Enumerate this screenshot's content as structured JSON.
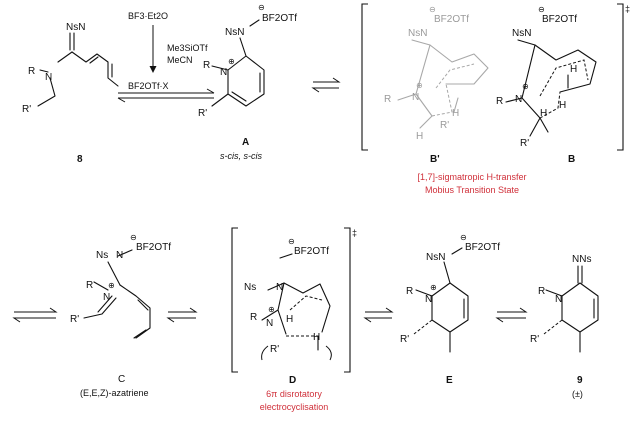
{
  "reagents": {
    "top": "BF3·Et2O",
    "side_1": "Me3SiOTf",
    "side_2": "MeCN",
    "bottom": "BF2OTf·X"
  },
  "atoms": {
    "N": "N",
    "R": "R",
    "R_prime": "R'",
    "H": "H",
    "NsN": "NsN",
    "Ns": "Ns",
    "BF2OTf": "BF2OTf",
    "NNs": "NNs",
    "plus": "⊕",
    "minus": "⊖",
    "dagger": "‡"
  },
  "compounds": {
    "c8": {
      "label": "8"
    },
    "cA": {
      "label": "A",
      "sub": "s-cis, s-cis"
    },
    "cBp": {
      "label": "B'"
    },
    "cB": {
      "label": "B"
    },
    "cC": {
      "label": "C",
      "sub": "(E,E,Z)-azatriene"
    },
    "cD": {
      "label": "D"
    },
    "cE": {
      "label": "E"
    },
    "c9": {
      "label": "9",
      "sub": "(±)"
    }
  },
  "annotations": {
    "ts_line1": "[1,7]-sigmatropic H-transfer",
    "ts_line2": "Mobius Transition State",
    "ec_line1": "6π disrotatory",
    "ec_line2": "electrocyclisation"
  },
  "colors": {
    "accent": "#d0303a",
    "ghost": "#9a9a9a",
    "ink": "#111111"
  }
}
